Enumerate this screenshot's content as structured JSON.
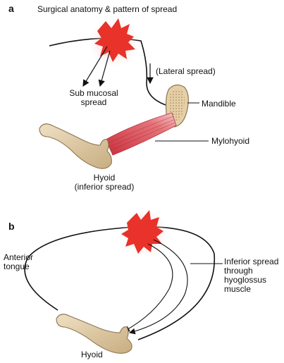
{
  "panel_a": {
    "letter": "a",
    "title": "Surgical anatomy & pattern of spread",
    "labels": {
      "lateral_spread": "(Lateral spread)",
      "sub_mucosal_1": "Sub mucosal",
      "sub_mucosal_2": "spread",
      "mandible": "Mandible",
      "mylohyoid": "Mylohyoid",
      "hyoid_1": "Hyoid",
      "hyoid_2": "(inferior spread)"
    }
  },
  "panel_b": {
    "letter": "b",
    "labels": {
      "anterior_1": "Anterior",
      "anterior_2": "tongue",
      "inferior_1": "Inferior spread",
      "inferior_2": "through",
      "inferior_3": "hyoglossus",
      "inferior_4": "muscle",
      "hyoid": "Hyoid"
    }
  },
  "colors": {
    "tumor": "#e8322a",
    "tumor_glow": "#f6b8b4",
    "bone_fill": "#d9c39e",
    "bone_edge": "#8b7452",
    "muscle": "#d9454f",
    "line": "#111111"
  }
}
